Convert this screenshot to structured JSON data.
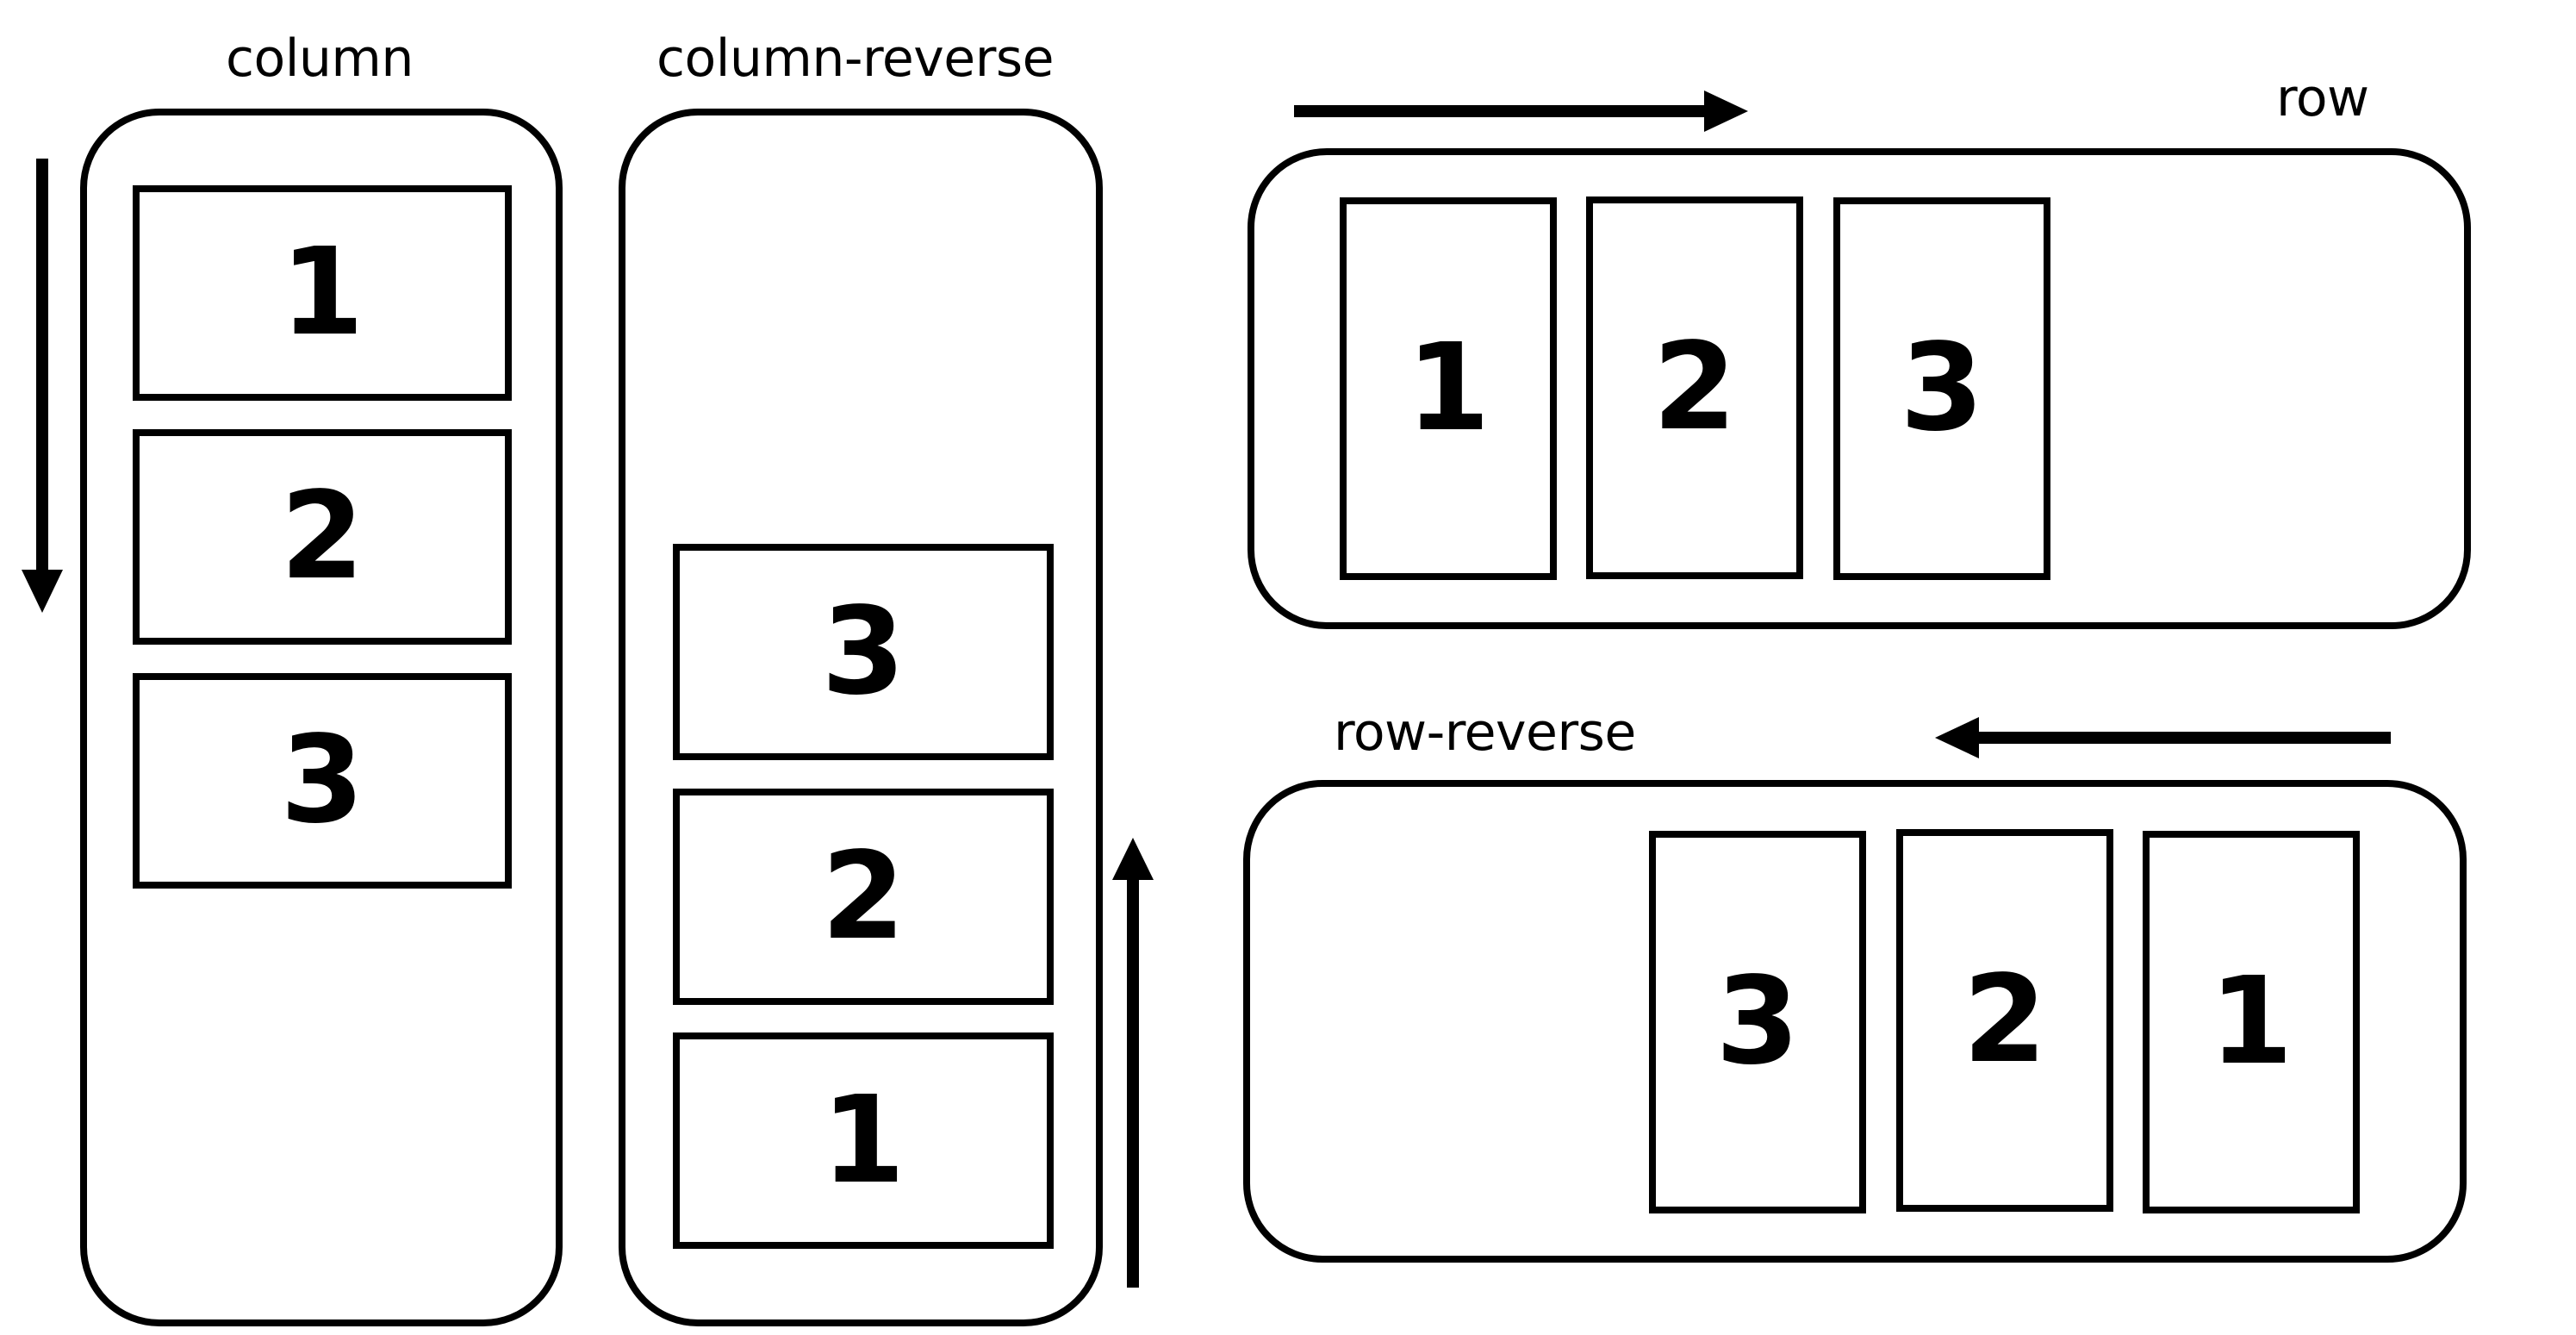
{
  "diagram": {
    "panels": [
      {
        "id": "column",
        "label": "column",
        "items": [
          "1",
          "2",
          "3"
        ]
      },
      {
        "id": "column-reverse",
        "label": "column-reverse",
        "items": [
          "3",
          "2",
          "1"
        ]
      },
      {
        "id": "row",
        "label": "row",
        "items": [
          "1",
          "2",
          "3"
        ]
      },
      {
        "id": "row-reverse",
        "label": "row-reverse",
        "items": [
          "3",
          "2",
          "1"
        ]
      }
    ]
  },
  "colors": {
    "stroke": "#000000",
    "background": "#ffffff"
  }
}
